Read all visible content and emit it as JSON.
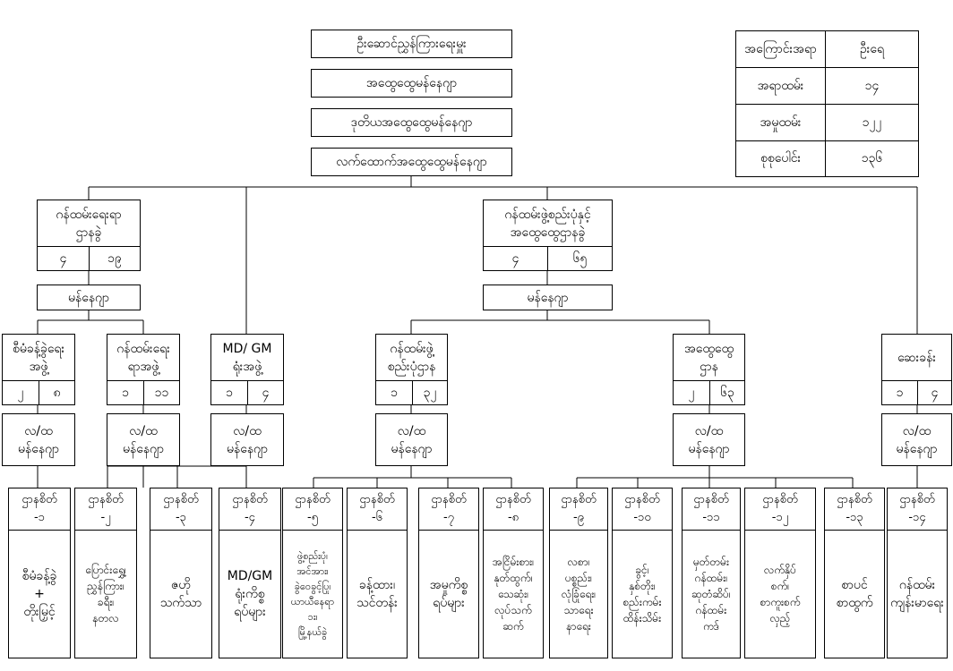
{
  "top": {
    "head": "ဦးဆောင်ညွှန်ကြားရေးမှူး",
    "dg": "အထွေထွေမန်နေဂျာ",
    "deputy": "ဒုတိယအထွေထွေမန်နေဂျာ",
    "assistant": "လက်ထောက်အထွေထွေမန်နေဂျာ"
  },
  "summary": {
    "header": [
      "အကြောင်းအရာ",
      "ဦးရေ"
    ],
    "rows": [
      {
        "label": "အရာထမ်း",
        "value": "၁၄"
      },
      {
        "label": "အမှုထမ်း",
        "value": "၁၂၂"
      },
      {
        "label": "စုစုပေါင်း",
        "value": "၁၃၆"
      }
    ]
  },
  "divisions": {
    "left": {
      "line1": "ဂန်ထမ်းရေးရာ",
      "line2": "ဌာနခွဲ",
      "a": "၄",
      "b": "၁၉",
      "manager": "မန်နေဂျာ"
    },
    "right": {
      "line1": "ဂန်ထမ်းဖွဲ့စည်းပုံနှင့်",
      "line2": "အထွေထွေဌာနခွဲ",
      "a": "၄",
      "b": "၆၅",
      "manager": "မန်နေဂျာ"
    }
  },
  "departments": [
    {
      "line1": "စီမံခန့်ခွဲရေး",
      "line2": "အဖွဲ့",
      "a": "၂",
      "b": "၈",
      "mgr1": "လ/ထ",
      "mgr2": "မန်နေဂျာ"
    },
    {
      "line1": "ဂန်ထမ်းရေး",
      "line2": "ရာအဖွဲ့",
      "a": "၁",
      "b": "၁၁",
      "mgr1": "လ/ထ",
      "mgr2": "မန်နေဂျာ"
    },
    {
      "line1": "MD/ GM",
      "line2": "ရုံးအဖွဲ့",
      "a": "၁",
      "b": "၄",
      "mgr1": "လ/ထ",
      "mgr2": "မန်နေဂျာ"
    },
    {
      "line1": "ဂန်ထမ်းဖွဲ့",
      "line2": "စည်းပုံဌာန",
      "a": "၁",
      "b": "၃၂",
      "mgr1": "လ/ထ",
      "mgr2": "မန်နေဂျာ"
    },
    {
      "line1": "အထွေထွေ",
      "line2": "ဌာန",
      "a": "၂",
      "b": "၆၃",
      "mgr1": "လ/ထ",
      "mgr2": "မန်နေဂျာ"
    },
    {
      "line1": "ဆေးခန်း",
      "line2": "",
      "a": "၁",
      "b": "၄",
      "mgr1": "လ/ထ",
      "mgr2": "မန်နေဂျာ"
    }
  ],
  "sections": [
    {
      "h1": "ဌာနစိတ်",
      "h2": "-၁",
      "body": [
        "စီမံခန့်ခွဲ",
        "+",
        "တိုးမြှင့်"
      ]
    },
    {
      "h1": "ဌာနစိတ်",
      "h2": "-၂",
      "body": [
        "ပြောင်းရွှေ့၊",
        "ညွှန်ကြား၊",
        "ခရီး၊",
        "နတလ"
      ]
    },
    {
      "h1": "ဌာနစိတ်",
      "h2": "-၃",
      "body": [
        "ဇဟို",
        "သက်သာ"
      ]
    },
    {
      "h1": "ဌာနစိတ်",
      "h2": "-၄",
      "body": [
        "MD/GM",
        "ရုံးကိစ္စ",
        "ရပ်များ"
      ]
    },
    {
      "h1": "ဌာနစိတ်",
      "h2": "-၅",
      "body": [
        "ဖွဲ့စည်းပုံ၊",
        "အင်အား၊",
        "ခွဲဝေခွင့်ပြု၊",
        "ယာယီနေရာ",
        "၁း၊",
        "မြို့နယ်ခွဲ"
      ]
    },
    {
      "h1": "ဌာနစိတ်",
      "h2": "-၆",
      "body": [
        "ခန့်ထား၊",
        "သင်တန်း"
      ]
    },
    {
      "h1": "ဌာနစိတ်",
      "h2": "-၇",
      "body": [
        "အမှုကိစ္စ",
        "ရပ်များ"
      ]
    },
    {
      "h1": "ဌာနစိတ်",
      "h2": "-၈",
      "body": [
        "အငြိမ်းစား၊",
        "နုတ်ထွက်၊",
        "သေဆုံး၊",
        "လုပ်သက်",
        "ဆက်"
      ]
    },
    {
      "h1": "ဌာနစိတ်",
      "h2": "-၉",
      "body": [
        "လစာ၊",
        "ပစ္စည်း၊",
        "လုံခြုံရေး၊",
        "သာရေး",
        "နာရေး"
      ]
    },
    {
      "h1": "ဌာနစိတ်",
      "h2": "-၁၀",
      "body": [
        "ခွင့်၊",
        "နှစ်တိုး၊",
        "စည်းကမ်း",
        "ထိန်းသိမ်း"
      ]
    },
    {
      "h1": "ဌာနစိတ်",
      "h2": "-၁၁",
      "body": [
        "မှတ်တမ်း",
        "ဂန်ထမ်း၊",
        "ဆုတံဆိပ်၊",
        "ဂန်ထမ်း",
        "ကဒ်"
      ]
    },
    {
      "h1": "ဌာနစိတ်",
      "h2": "-၁၂",
      "body": [
        "လက်နှိပ်",
        "စက်၊",
        "စာကူးစက်",
        "လှည့်"
      ]
    },
    {
      "h1": "ဌာနစိတ်",
      "h2": "-၁၃",
      "body": [
        "စာပင်",
        "စာထွက်"
      ]
    },
    {
      "h1": "ဌာနစိတ်",
      "h2": "-၁၄",
      "body": [
        "ဂန်ထမ်း",
        "ကျန်းမာရေး"
      ]
    }
  ]
}
